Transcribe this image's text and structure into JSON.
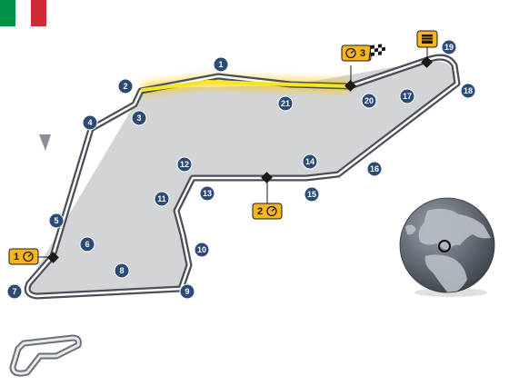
{
  "country_flag": {
    "name": "italy-flag",
    "colors": [
      "#009246",
      "#ffffff",
      "#ce2b37"
    ]
  },
  "colors": {
    "track_outline": "#4a4f58",
    "track_surface": "#ffffff",
    "infield": "#d3d4d6",
    "drs_zone": "#f2ea1a",
    "drs_glow": "#ffc400",
    "turn_badge": "#2b4a78",
    "sector_badge": "#f7b51f",
    "globe_ocean": "#6b7280",
    "globe_land": "#b7bcc4"
  },
  "turns": [
    "1",
    "2",
    "3",
    "4",
    "5",
    "6",
    "7",
    "8",
    "9",
    "10",
    "11",
    "12",
    "13",
    "14",
    "15",
    "16",
    "17",
    "18",
    "19",
    "20",
    "21"
  ],
  "sectors": {
    "s1": {
      "number": "1",
      "icon": "stopwatch-icon"
    },
    "s2": {
      "number": "2",
      "icon": "stopwatch-icon"
    },
    "s3": {
      "number": "3",
      "icon": "stopwatch-icon"
    }
  },
  "icons": {
    "finish": "checkered-flag-icon",
    "pit": "pit-garage-icon",
    "direction": "direction-arrow-icon",
    "globe": "globe-icon",
    "minimap": "track-minimap-icon"
  }
}
